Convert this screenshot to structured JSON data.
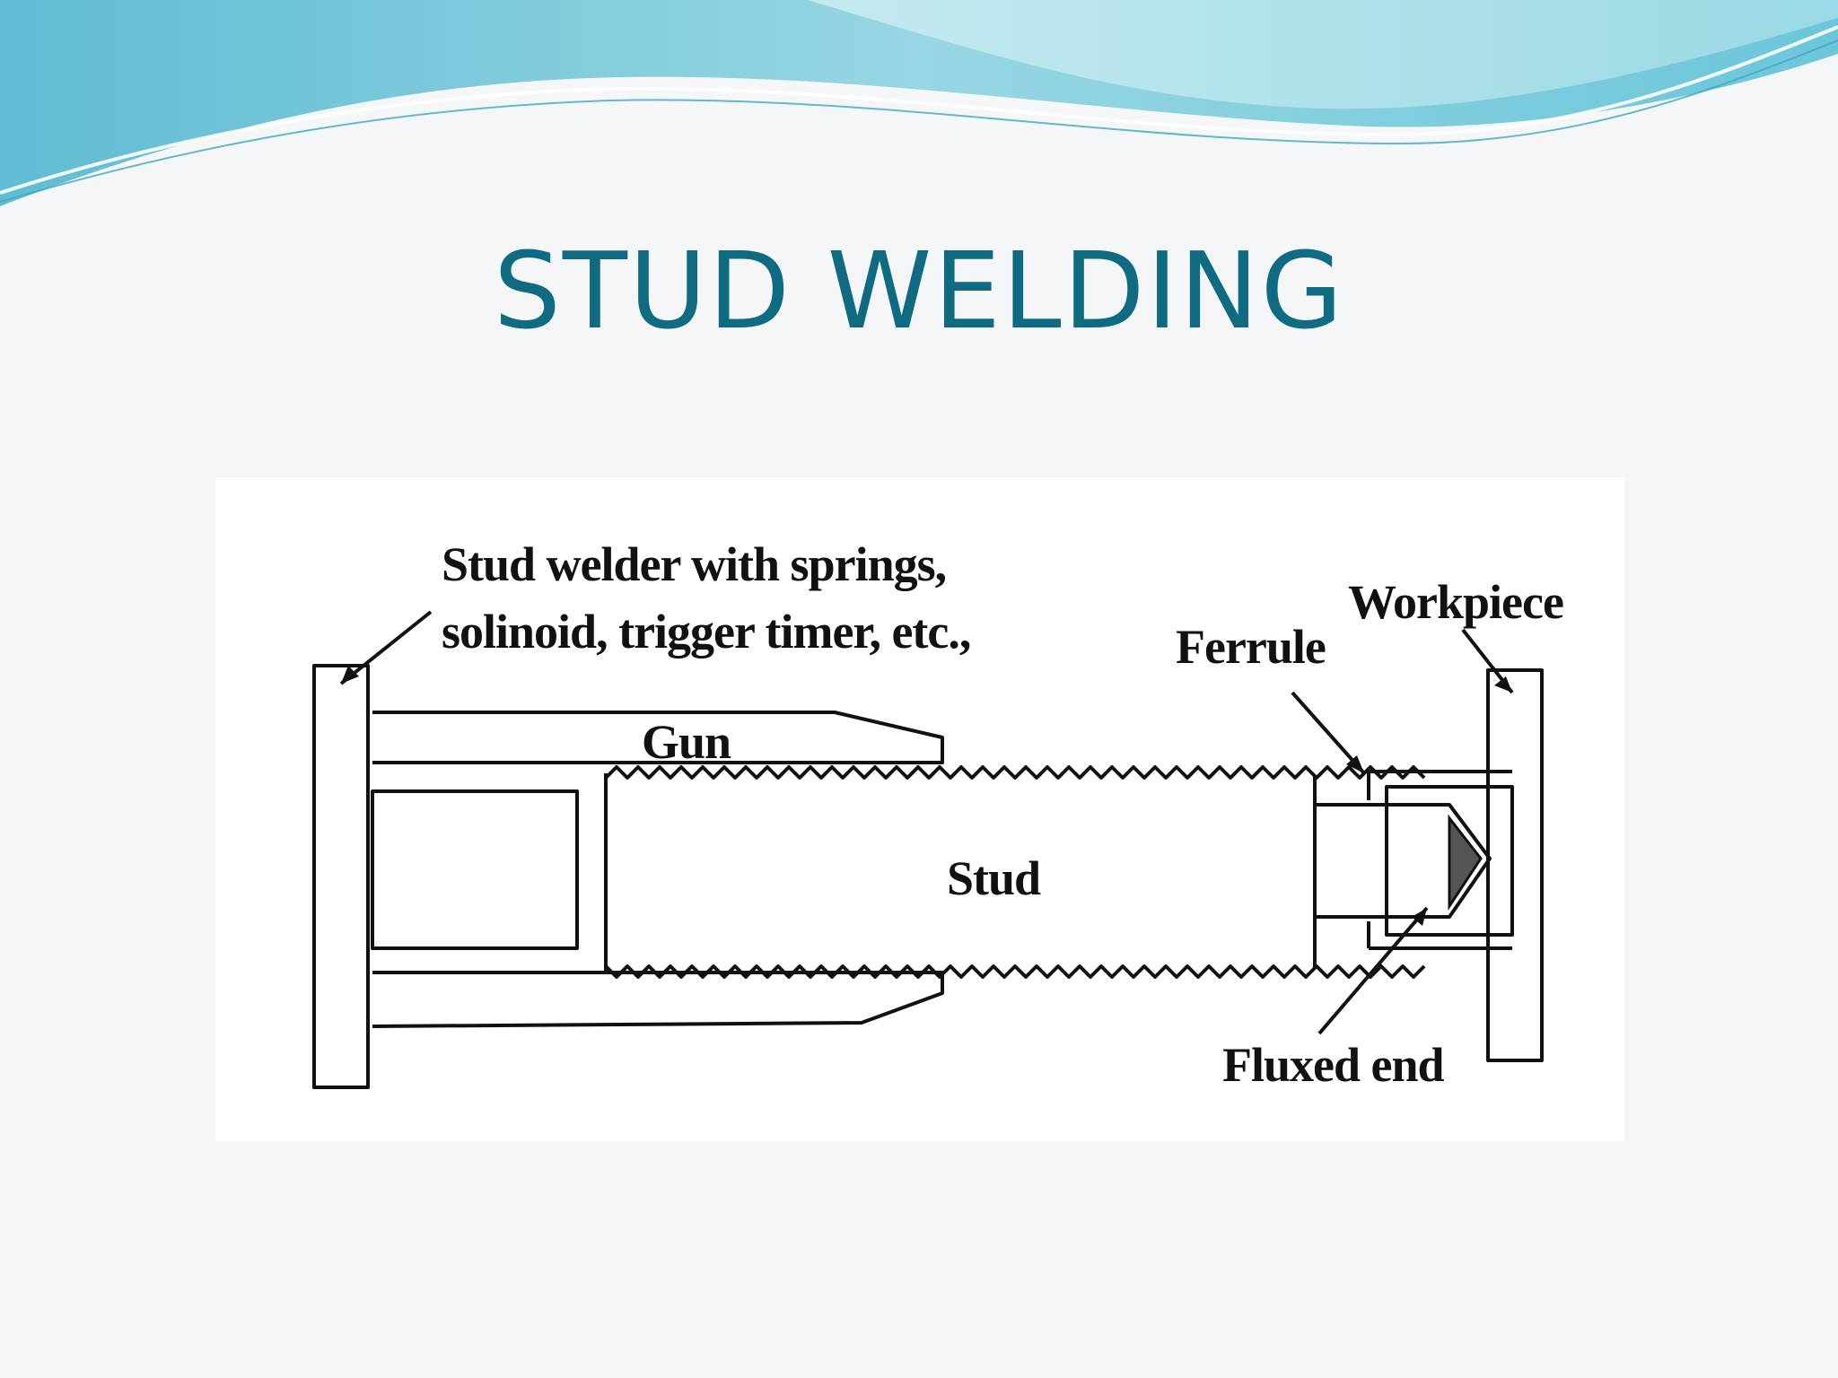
{
  "slide": {
    "title": "STUD WELDING"
  },
  "diagram": {
    "labels": {
      "stud_welder_line1": "Stud welder with springs,",
      "stud_welder_line2": "solinoid, trigger timer, etc.,",
      "workpiece": "Workpiece",
      "ferrule": "Ferrule",
      "gun": "Gun",
      "stud": "Stud",
      "fluxed_end": "Fluxed end"
    }
  },
  "colors": {
    "title": "#0f6b82",
    "wave_dark": "#59b8cf",
    "wave_light": "#a9dde6",
    "line_art": "#111111"
  }
}
